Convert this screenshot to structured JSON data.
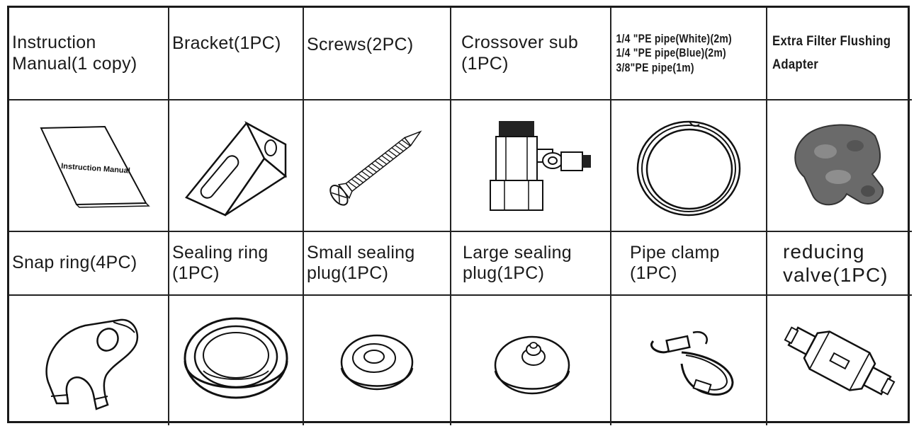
{
  "items": [
    {
      "label": "Instruction\nManual(1 copy)",
      "icon": "instruction-manual-icon",
      "manual_cover_text": "Instruction Manual"
    },
    {
      "label": "Bracket(1PC)",
      "icon": "bracket-icon"
    },
    {
      "label": "Screws(2PC)",
      "icon": "screw-icon"
    },
    {
      "label": "Crossover sub\n(1PC)",
      "icon": "crossover-sub-icon"
    },
    {
      "label": "1/4 \"PE pipe(White)(2m)\n1/4 \"PE pipe(Blue)(2m)\n3/8\"PE pipe(1m)",
      "icon": "pe-pipe-coil-icon"
    },
    {
      "label": "Extra Filter Flushing\nAdapter",
      "icon": "flushing-adapter-icon"
    },
    {
      "label": "Snap ring(4PC)",
      "icon": "snap-ring-icon"
    },
    {
      "label": "Sealing ring\n(1PC)",
      "icon": "sealing-ring-icon"
    },
    {
      "label": "Small sealing\nplug(1PC)",
      "icon": "small-sealing-plug-icon"
    },
    {
      "label": "Large sealing\nplug(1PC)",
      "icon": "large-sealing-plug-icon"
    },
    {
      "label": "Pipe clamp\n(1PC)",
      "icon": "pipe-clamp-icon"
    },
    {
      "label": "reducing\nvalve(1PC)",
      "icon": "reducing-valve-icon"
    }
  ]
}
